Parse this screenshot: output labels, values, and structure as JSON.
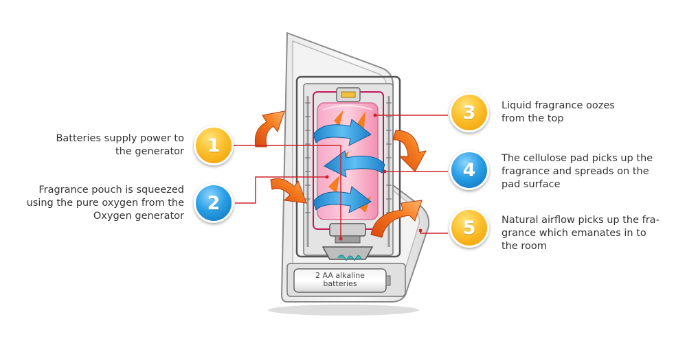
{
  "callouts": [
    {
      "number": "1",
      "color": "yellow",
      "text": "Batteries supply power to\nthe generator"
    },
    {
      "number": "2",
      "color": "blue",
      "text": "Fragrance pouch is squeezed\nusing the pure oxygen from the\nOxygen generator"
    },
    {
      "number": "3",
      "color": "yellow",
      "text": "Liquid fragrance oozes\nfrom the top"
    },
    {
      "number": "4",
      "color": "blue",
      "text": "The cellulose pad picks up the\nfragrance and spreads on the\npad surface"
    },
    {
      "number": "5",
      "color": "yellow",
      "text": "Natural airflow picks up the fra-\ngrance which emanates in to\nthe room"
    }
  ],
  "battery_label": "2 AA alkaline\nbatteries",
  "colors": {
    "leader_line": "#d0202a",
    "badge_yellow": "#fbc02d",
    "badge_blue": "#2aa0e6",
    "pouch_pink": "#f48fb1",
    "airflow_orange": "#f26b1d",
    "circulation_blue": "#3aa3e3"
  }
}
